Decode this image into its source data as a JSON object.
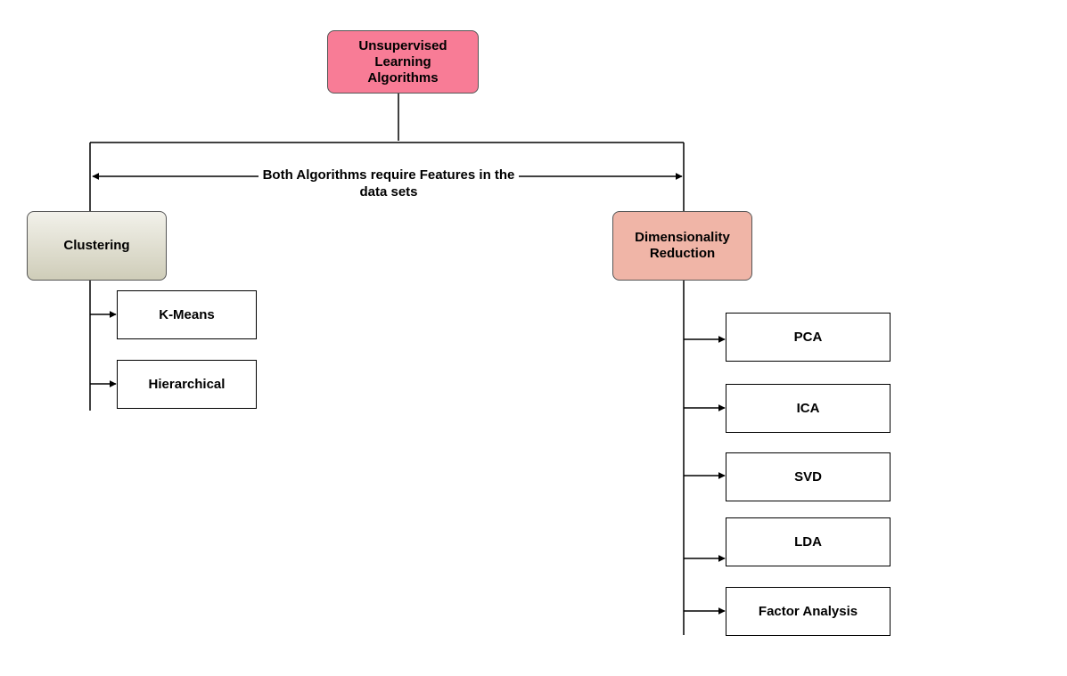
{
  "root": {
    "label": "Unsupervised Learning Algorithms"
  },
  "note": {
    "label": "Both Algorithms require Features in the data sets"
  },
  "branches": [
    {
      "label": "Clustering",
      "children": [
        "K-Means",
        "Hierarchical"
      ]
    },
    {
      "label": "Dimensionality Reduction",
      "children": [
        "PCA",
        "ICA",
        "SVD",
        "LDA",
        "Factor Analysis"
      ]
    }
  ],
  "colors": {
    "root_fill": "#f87c96",
    "clustering_fill": "#d9d7c8",
    "dimred_fill": "#f0b5a7",
    "line": "#000000"
  }
}
